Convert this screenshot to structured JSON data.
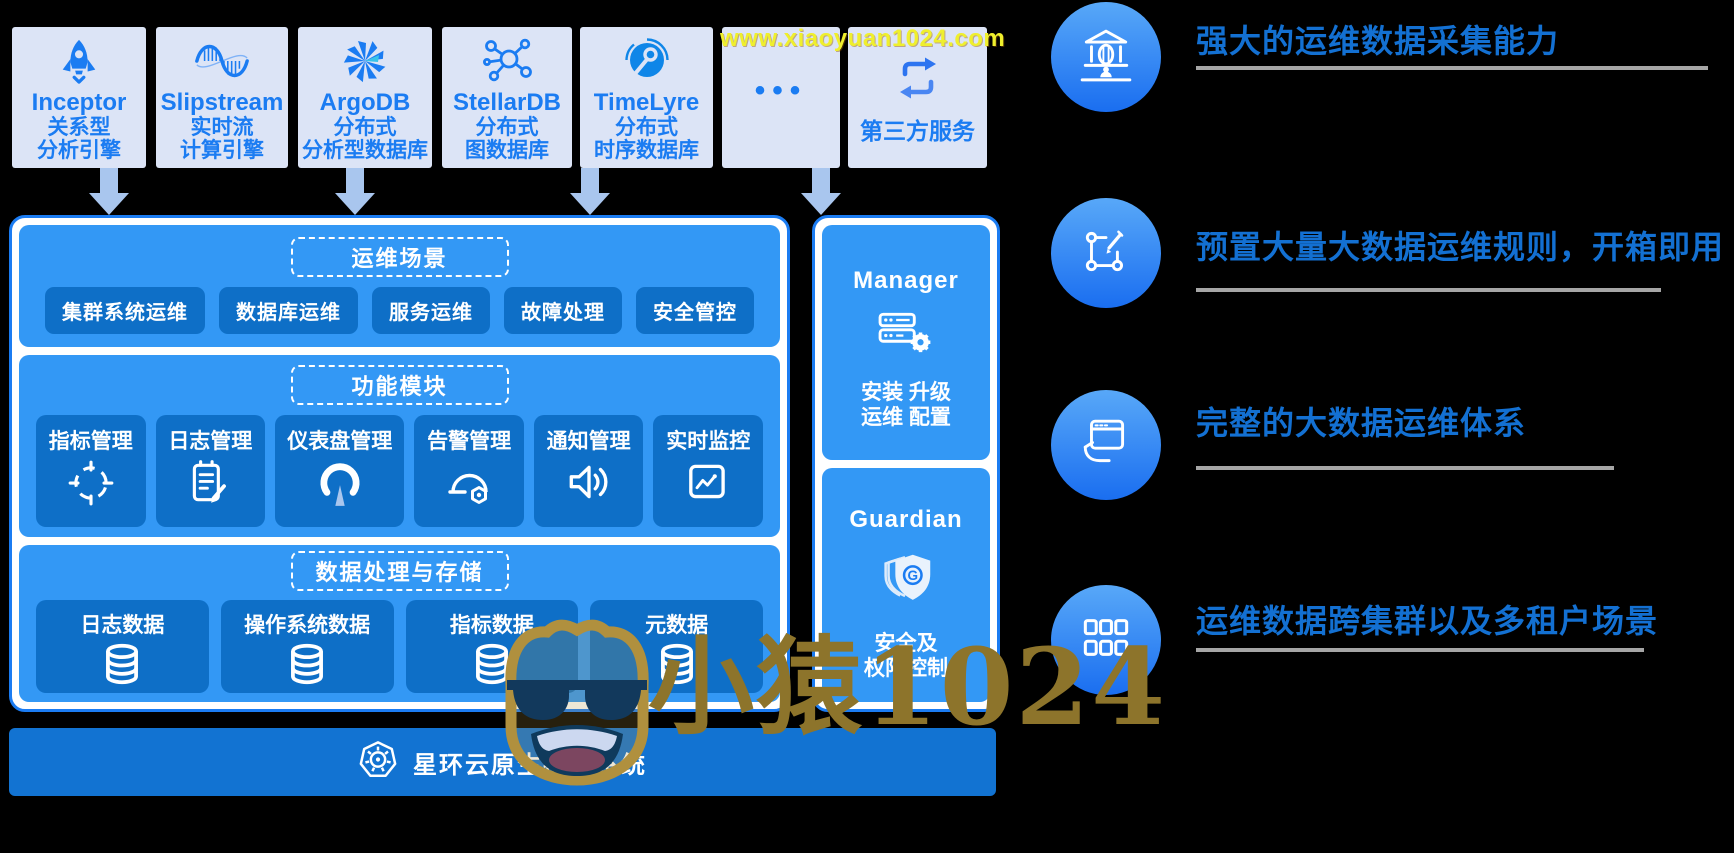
{
  "watermark": {
    "url": "www.xiaoyuan1024.com",
    "brand": "小猿1024"
  },
  "products": [
    {
      "name": "Inceptor",
      "sub1": "关系型",
      "sub2": "分析引擎"
    },
    {
      "name": "Slipstream",
      "sub1": "实时流",
      "sub2": "计算引擎"
    },
    {
      "name": "ArgoDB",
      "sub1": "分布式",
      "sub2": "分析型数据库"
    },
    {
      "name": "StellarDB",
      "sub1": "分布式",
      "sub2": "图数据库"
    },
    {
      "name": "TimeLyre",
      "sub1": "分布式",
      "sub2": "时序数据库"
    },
    {
      "name": "",
      "dots": "•••"
    },
    {
      "name": "第三方服务"
    }
  ],
  "scenarios": {
    "title": "运维场景",
    "items": [
      "集群系统运维",
      "数据库运维",
      "服务运维",
      "故障处理",
      "安全管控"
    ]
  },
  "modules": {
    "title": "功能模块",
    "items": [
      {
        "label": "指标管理",
        "icon": "target-icon"
      },
      {
        "label": "日志管理",
        "icon": "clipboard-pen-icon"
      },
      {
        "label": "仪表盘管理",
        "icon": "gauge-icon"
      },
      {
        "label": "告警管理",
        "icon": "alarm-gear-icon"
      },
      {
        "label": "通知管理",
        "icon": "speaker-icon"
      },
      {
        "label": "实时监控",
        "icon": "monitor-chart-icon"
      }
    ]
  },
  "storage": {
    "title": "数据处理与存储",
    "items": [
      {
        "label": "日志数据"
      },
      {
        "label": "操作系统数据"
      },
      {
        "label": "指标数据"
      },
      {
        "label": "元数据"
      }
    ]
  },
  "side": {
    "manager": {
      "title": "Manager",
      "line1": "安装 升级",
      "line2": "运维 配置"
    },
    "guardian": {
      "title": "Guardian",
      "line1": "安全及",
      "line2": "权限控制"
    }
  },
  "platform": {
    "label": "星环云原生操作系统"
  },
  "features": [
    {
      "text": "强大的运维数据采集能力"
    },
    {
      "text": "预置大量大数据运维规则，开箱即用"
    },
    {
      "text": "完整的大数据运维体系"
    },
    {
      "text": "运维数据跨集群以及多租户场景"
    }
  ],
  "colors": {
    "accent": "#1b7cf2",
    "panel_blue": "#3398f5",
    "card_blue": "#0e6fc7",
    "bar_blue": "#1273d2",
    "feature_text": "#1370d2",
    "watermark_yellow": "#efef2d",
    "watermark_gold": "#8d742b"
  }
}
